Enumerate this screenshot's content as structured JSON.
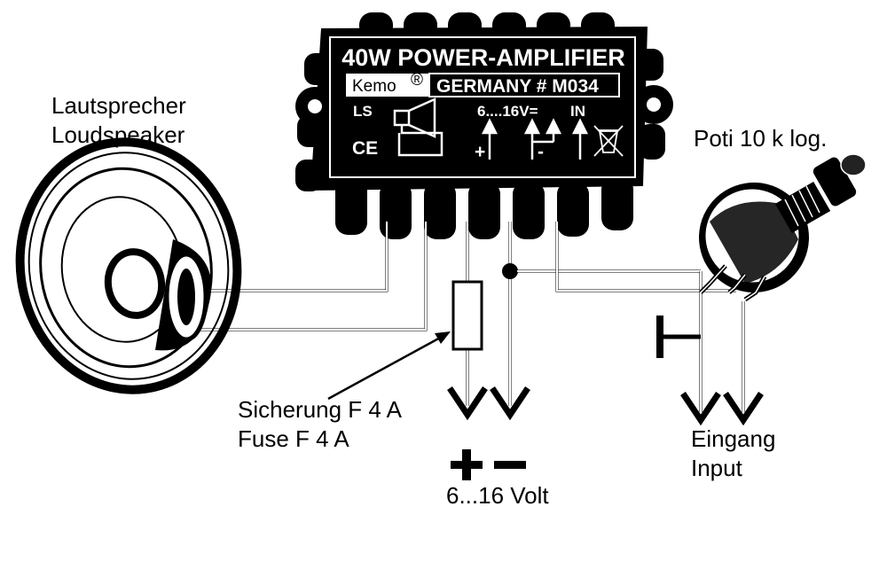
{
  "module": {
    "title": "40W POWER-AMPLIFIER",
    "brand": "Kemo",
    "brand_mark": "®",
    "origin_code": "GERMANY  # M034",
    "ls_label": "LS",
    "voltage_label": "6....16V=",
    "in_label": "IN",
    "ce_mark": "CE",
    "plus_mark": "+",
    "minus_mark": "-"
  },
  "labels": {
    "speaker_de": "Lautsprecher",
    "speaker_en": "Loudspeaker",
    "poti": "Poti 10 k log.",
    "fuse_de": "Sicherung F 4 A",
    "fuse_en": "Fuse F 4 A",
    "input_de": "Eingang",
    "input_en": "Input",
    "supply_voltage": "6...16 Volt"
  },
  "icons": [
    "loudspeaker-icon",
    "potentiometer-icon",
    "fuse-icon",
    "weee-bin-icon",
    "ground-symbol-icon",
    "arrow-down-icon"
  ]
}
